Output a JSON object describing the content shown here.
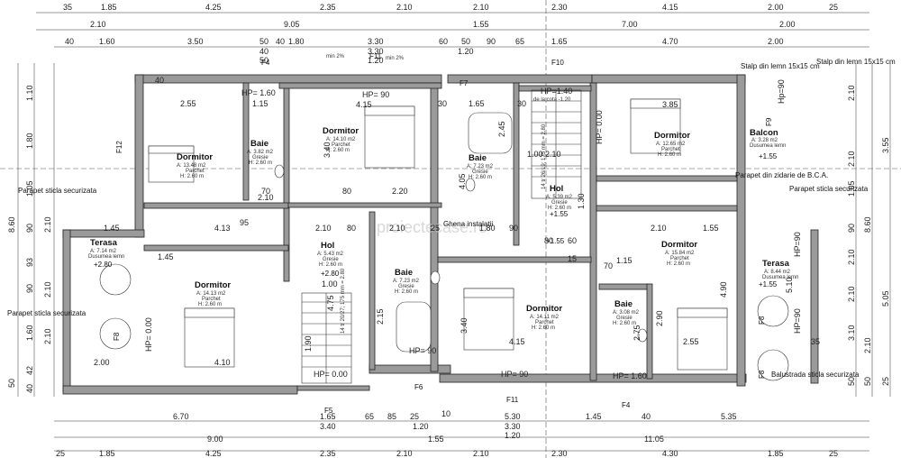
{
  "dims": {
    "top1": [
      "35",
      "1.85",
      "4.25",
      "2.35",
      "2.10",
      "2.10",
      "2.30",
      "4.15",
      "2.00",
      "25"
    ],
    "top2": [
      "2.10",
      "9.05",
      "1.55",
      "7.00",
      "2.00"
    ],
    "top3": [
      "40",
      "1.60",
      "3.50",
      "50",
      "40",
      "1.80",
      "3.30",
      "60",
      "50",
      "90",
      "65",
      "1.65",
      "4.70",
      "2.00"
    ],
    "top4": [
      "40",
      "3.30",
      "1.20",
      "1.20",
      "50"
    ],
    "bottom1": [
      "6.70",
      "1.65",
      "65",
      "85",
      "25",
      "10",
      "5.30",
      "1.45",
      "40",
      "5.35"
    ],
    "bottom2": [
      "3.40",
      "1.20",
      "3.30",
      "1.20"
    ],
    "bottom3": [
      "9.00",
      "1.55",
      "11.05"
    ],
    "bottom4": [
      "25",
      "1.85",
      "4.25",
      "2.35",
      "2.10",
      "2.10",
      "2.30",
      "4.30",
      "1.85",
      "25"
    ],
    "left": [
      "1.10",
      "1.80",
      "1.05",
      "8.60",
      "90",
      "93",
      "90",
      "1.60",
      "42",
      "40",
      "50",
      "2.10",
      "2.10",
      "2.10"
    ],
    "right": [
      "2.10",
      "2.10",
      "1.05",
      "3.55",
      "8.60",
      "90",
      "2.10",
      "2.10",
      "5.05",
      "3.10",
      "2.10",
      "50",
      "50",
      "25",
      "35"
    ],
    "inner": [
      "40",
      "HP= 1.60",
      "HP= 90",
      "4.15",
      "HP=1.40",
      "de la cota -1.20",
      "3.85",
      "2.55",
      "1.15",
      "30",
      "30",
      "1.65",
      "2.45",
      "HP= 0.00",
      "Hp=90",
      "3.40",
      "2.10",
      "70",
      "80",
      "2.20",
      "1.00",
      "2.10",
      "1.45",
      "4.13",
      "95",
      "2.10",
      "80",
      "2.10",
      "1.80",
      "90",
      "25",
      "80",
      "60",
      "2.10",
      "1.55",
      "15",
      "1.45",
      "70",
      "1.00",
      "1.30",
      "4.05",
      "4.75",
      "2.15",
      "1.90",
      "4.10",
      "2.00",
      "HP= 0.00",
      "HP= 90",
      "HP= 90",
      "HP= 1.60",
      "HP= 0.00",
      "2.90",
      "2.55",
      "4.15",
      "3.40",
      "1.15",
      "2.75",
      "4.90",
      "5.10",
      "HP=90",
      "HP=90"
    ]
  },
  "rooms": [
    {
      "name": "Dormitor",
      "a": "A: 13.48 m2",
      "f": "Parchet",
      "h": "H: 2.60 m"
    },
    {
      "name": "Baie",
      "a": "A: 3.82 m2",
      "f": "Gresie",
      "h": "H: 2.60 m"
    },
    {
      "name": "Dormitor",
      "a": "A: 14.10 m2",
      "f": "Parchet",
      "h": "H: 2.60 m"
    },
    {
      "name": "Baie",
      "a": "A: 7.23 m2",
      "f": "Gresie",
      "h": "H: 2.60 m"
    },
    {
      "name": "Hol",
      "a": "A: 5.39 m2",
      "f": "Gresie",
      "h": "H: 2.60 m"
    },
    {
      "name": "Dormitor",
      "a": "A: 12.65 m2",
      "f": "Parchet",
      "h": "H: 2.60 m"
    },
    {
      "name": "Balcon",
      "a": "A: 3.28 m2",
      "f": "Dusumea lemn",
      "h": ""
    },
    {
      "name": "Terasa",
      "a": "A: 7.14 m2",
      "f": "Dusumea lemn",
      "h": ""
    },
    {
      "name": "Dormitor",
      "a": "A: 14.13 m2",
      "f": "Parchet",
      "h": "H: 2.60 m"
    },
    {
      "name": "Hol",
      "a": "A: 5.43 m2",
      "f": "Gresie",
      "h": "H: 2.60 m"
    },
    {
      "name": "Baie",
      "a": "A: 7.23 m2",
      "f": "Gresie",
      "h": "H: 2.60 m"
    },
    {
      "name": "Dormitor",
      "a": "A: 14.11 m2",
      "f": "Parchet",
      "h": "H: 2.60 m"
    },
    {
      "name": "Baie",
      "a": "A: 3.08 m2",
      "f": "Gresie",
      "h": "H: 2.60 m"
    },
    {
      "name": "Dormitor",
      "a": "A: 15.84 m2",
      "f": "Parchet",
      "h": "H: 2.60 m"
    },
    {
      "name": "Terasa",
      "a": "A: 8.44 m2",
      "f": "Dusumea lemn",
      "h": ""
    }
  ],
  "levels": [
    "+2.80",
    "+2.80",
    "+1.55",
    "+1.55",
    "+1.55",
    "+1.55"
  ],
  "notes": {
    "stalp1": "Stalp din lemn 15x15 cm",
    "stalp2": "Stalp din lemn 15x15 cm",
    "parapet_bca": "Parapet  din zidarie de B.C.A.",
    "parapet_r": "Parapet sticla securizata",
    "parapet_l1": "Parapet sticla securizata",
    "parapet_l2": "Parapet sticla securizata",
    "balustrada": "Balustrada sticla securizata",
    "ghena": "Ghena instalatii",
    "min1": "min 2%",
    "min2": "min 2%",
    "stair1": "14 tr 20/27; 175 mm = 2.80",
    "stair2": "14 tr 26/19; 175 mm = 2.80"
  },
  "markers": [
    "F4",
    "F11",
    "F10",
    "F7",
    "F12",
    "F9",
    "F8",
    "F8",
    "F8",
    "F5",
    "F6",
    "F11",
    "F4"
  ],
  "watermark": "proiectecase.ro"
}
